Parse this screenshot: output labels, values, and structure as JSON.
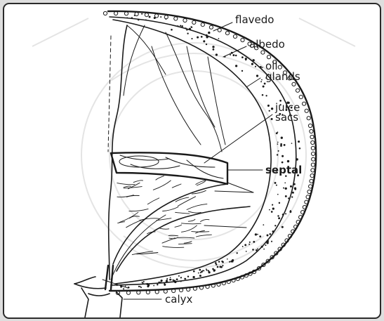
{
  "labels": {
    "flavedo": "flavedo",
    "albedo": "albedo",
    "oil_glands_line1": "oil",
    "oil_glands_line2": "glands",
    "juice_sacs_line1": "juice",
    "juice_sacs_line2": "sacs",
    "septal": "septal",
    "calyx": "calyx"
  }
}
